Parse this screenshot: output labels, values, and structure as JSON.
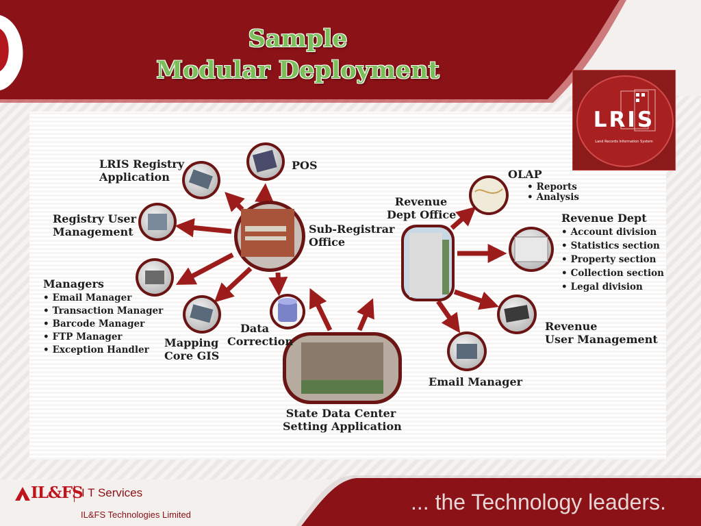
{
  "header": {
    "title_line1": "Sample",
    "title_line2": "Modular Deployment"
  },
  "logo": {
    "text": "LRIS",
    "subtext": "Land Records Information System"
  },
  "diagram": {
    "lris_registry": [
      "LRIS Registry",
      "Application"
    ],
    "pos": "POS",
    "registry_user": [
      "Registry User",
      "Management"
    ],
    "sub_registrar": [
      "Sub-Registrar",
      "Office"
    ],
    "managers": {
      "title": "Managers",
      "items": [
        "Email Manager",
        "Transaction Manager",
        "Barcode Manager",
        "FTP Manager",
        "Exception Handler"
      ]
    },
    "data_correction": [
      "Data",
      "Correction"
    ],
    "mapping": [
      "Mapping",
      "Core GIS"
    ],
    "state_data_center": [
      "State Data Center",
      "Setting Application"
    ],
    "revenue_dept_office": [
      "Revenue",
      "Dept Office"
    ],
    "olap": {
      "title": "OLAP",
      "items": [
        "Reports",
        "Analysis"
      ]
    },
    "revenue_dept": {
      "title": "Revenue Dept",
      "items": [
        "Account division",
        "Statistics section",
        "Property section",
        "Collection section",
        "Legal division"
      ]
    },
    "revenue_user": [
      "Revenue",
      "User Management"
    ],
    "email_manager": "Email Manager"
  },
  "footer": {
    "brand": "IL&FS",
    "service": "I T Services",
    "company": "IL&FS Technologies Limited",
    "tagline": "... the Technology leaders."
  },
  "colors": {
    "maroon": "#8b1217",
    "title_green": "#7bbf5a",
    "arrow": "#9c1c1c"
  }
}
